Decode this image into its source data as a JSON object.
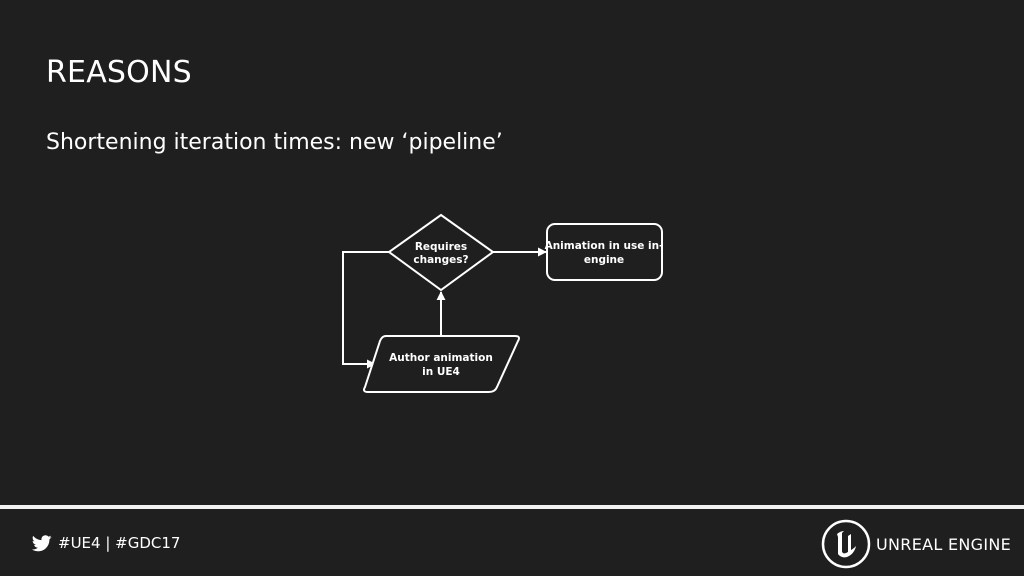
{
  "slide": {
    "title": "REASONS",
    "subtitle": "Shortening iteration times: new ‘pipeline’"
  },
  "diagram": {
    "nodes": [
      {
        "id": "decision",
        "shape": "diamond",
        "lines": [
          "Requires",
          "changes?"
        ]
      },
      {
        "id": "output",
        "shape": "rounded-rect",
        "lines": [
          "Animation in use in-",
          "engine"
        ]
      },
      {
        "id": "author",
        "shape": "parallelogram",
        "lines": [
          "Author animation",
          "in UE4"
        ]
      }
    ],
    "edges": [
      {
        "from": "decision",
        "to": "output"
      },
      {
        "from": "author",
        "to": "decision"
      },
      {
        "from": "decision",
        "to": "author",
        "route": "loop-left"
      }
    ]
  },
  "footer": {
    "tags": "#UE4 | #GDC17",
    "brand": "UNREAL ENGINE",
    "icons": [
      "twitter-bird-icon",
      "unreal-logo-icon"
    ]
  },
  "colors": {
    "background": "#1f1f1f",
    "foreground": "#ffffff",
    "rule": "#f2f2f2"
  }
}
